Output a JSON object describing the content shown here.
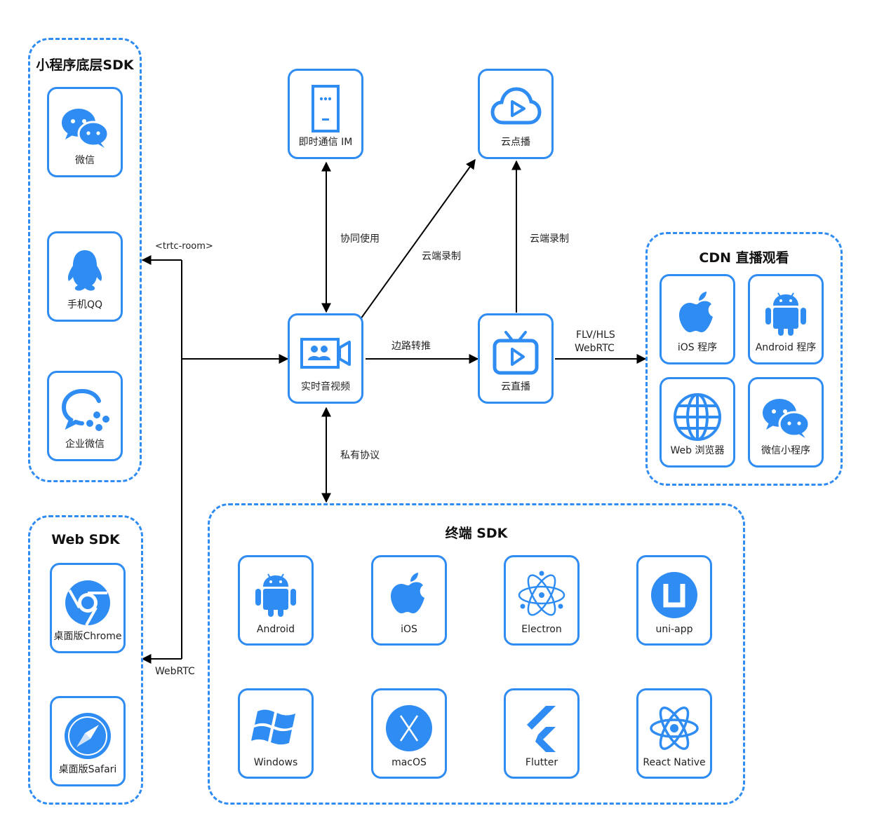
{
  "groups": {
    "mini_program": {
      "title": "小程序底层SDK"
    },
    "web_sdk": {
      "title": "Web SDK"
    },
    "cdn": {
      "title": "CDN 直播观看"
    },
    "terminal": {
      "title": "终端 SDK"
    }
  },
  "cards": {
    "wechat": {
      "label": "微信",
      "icon": "wechat-icon"
    },
    "qq": {
      "label": "手机QQ",
      "icon": "qq-penguin-icon"
    },
    "wecom": {
      "label": "企业微信",
      "icon": "wecom-icon"
    },
    "chrome": {
      "label": "桌面版Chrome",
      "icon": "chrome-icon"
    },
    "safari": {
      "label": "桌面版Safari",
      "icon": "safari-compass-icon"
    },
    "im": {
      "label": "即时通信 IM",
      "icon": "phone-chat-icon"
    },
    "vod": {
      "label": "云点播",
      "icon": "cloud-play-icon"
    },
    "trtc": {
      "label": "实时音视频",
      "icon": "video-call-icon"
    },
    "live": {
      "label": "云直播",
      "icon": "tv-play-icon"
    },
    "cdn_ios": {
      "label": "iOS 程序",
      "icon": "apple-icon"
    },
    "cdn_android": {
      "label": "Android 程序",
      "icon": "android-icon"
    },
    "cdn_web": {
      "label": "Web 浏览器",
      "icon": "globe-icon"
    },
    "cdn_wxapp": {
      "label": "微信小程序",
      "icon": "wechat-icon"
    },
    "t_android": {
      "label": "Android",
      "icon": "android-icon"
    },
    "t_ios": {
      "label": "iOS",
      "icon": "apple-icon"
    },
    "t_electron": {
      "label": "Electron",
      "icon": "electron-atom-icon"
    },
    "t_uniapp": {
      "label": "uni-app",
      "icon": "uni-app-icon"
    },
    "t_windows": {
      "label": "Windows",
      "icon": "windows-icon"
    },
    "t_macos": {
      "label": "macOS",
      "icon": "macos-x-icon"
    },
    "t_flutter": {
      "label": "Flutter",
      "icon": "flutter-icon"
    },
    "t_react": {
      "label": "React Native",
      "icon": "react-atom-icon"
    }
  },
  "edges": {
    "trtc_room": "<trtc-room>",
    "webrtc_left": "WebRTC",
    "cooperate": "协同使用",
    "cloud_record_1": "云端录制",
    "cloud_record_2": "云端录制",
    "bypass_push": "边路转推",
    "flv_hls": "FLV/HLS",
    "webrtc_cdn": "WebRTC",
    "private_protocol": "私有协议"
  },
  "colors": {
    "accent": "#2f8cf2",
    "line": "#000000"
  }
}
